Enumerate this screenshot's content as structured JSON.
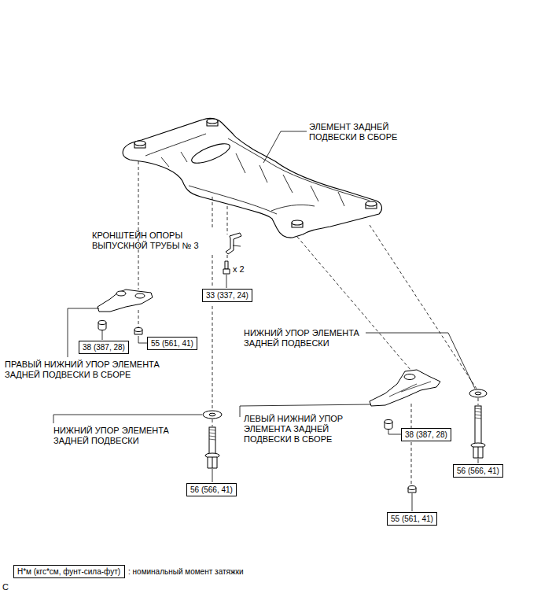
{
  "diagram": {
    "nodes": [
      {
        "text": [
          "33 (337, 24)"
        ]
      },
      {
        "text": [
          "38 (387, 28)"
        ]
      },
      {
        "text": [
          "55 (561, 41)"
        ]
      },
      {
        "text": [
          "38 (387, 28)"
        ]
      },
      {
        "text": [
          "56 (566, 41)"
        ]
      },
      {
        "text": [
          "56 (566, 41)"
        ]
      },
      {
        "text": [
          "55 (561, 41)"
        ]
      },
      {
        "text": [
          "Н*м (кгс*см, фунт-сила-фут)"
        ]
      }
    ],
    "labels": [
      "ЭЛЕМЕНТ ЗАДНЕЙ ПОДВЕСКИ В СБОРЕ",
      "КРОНШТЕЙН ОПОРЫ ВЫПУСКНОЙ ТРУБЫ № 3",
      "x 2",
      "НИЖНИЙ УПОР ЭЛЕМЕНТА ЗАДНЕЙ ПОДВЕСКИ",
      "ПРАВЫЙ НИЖНИЙ УПОР ЭЛЕМЕНТА ЗАДНЕЙ ПОДВЕСКИ В СБОРЕ",
      "ЛЕВЫЙ НИЖНИЙ УПОР ЭЛЕМЕНТА ЗАДНЕЙ ПОДВЕСКИ В СБОРЕ",
      "НИЖНИЙ УПОР ЭЛЕМЕНТА ЗАДНЕЙ ПОДВЕСКИ",
      "C"
    ],
    "legend": [
      {
        "text": ": номинальный момент затяжки"
      }
    ]
  }
}
